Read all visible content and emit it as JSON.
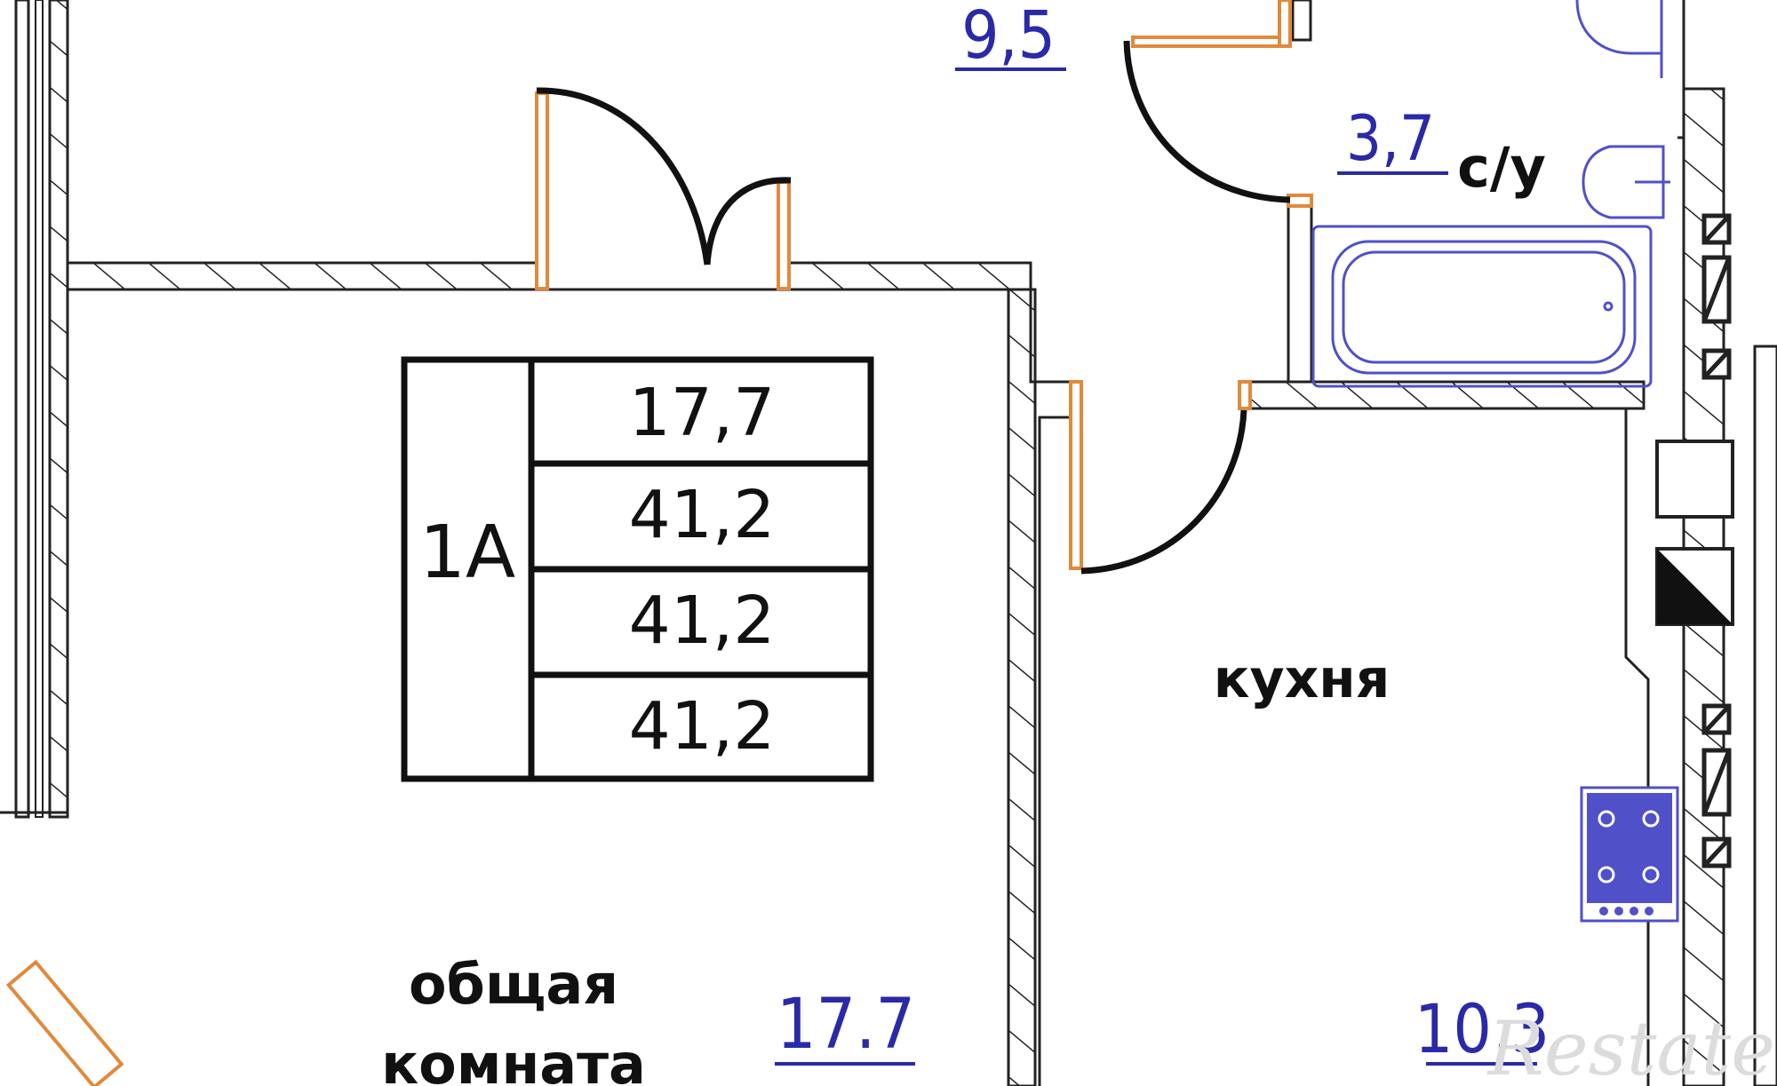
{
  "plan": {
    "apartment_table": {
      "type_label": "1A",
      "values": [
        "17,7",
        "41,2",
        "41,2",
        "41,2"
      ]
    },
    "rooms": {
      "hall": {
        "area": "9,5"
      },
      "bathroom": {
        "area": "3,7",
        "label": "с/у"
      },
      "kitchen": {
        "label": "кухня",
        "area": "10,3"
      },
      "living_room": {
        "label_line1": "общая",
        "label_line2": "комната",
        "area": "17.7"
      }
    },
    "watermark": "Restate",
    "colors": {
      "wall": "#1a1a1a",
      "door_jamb": "#e08a3c",
      "fixtures": "#5050c8",
      "area_text": "#2a2aa8"
    }
  }
}
